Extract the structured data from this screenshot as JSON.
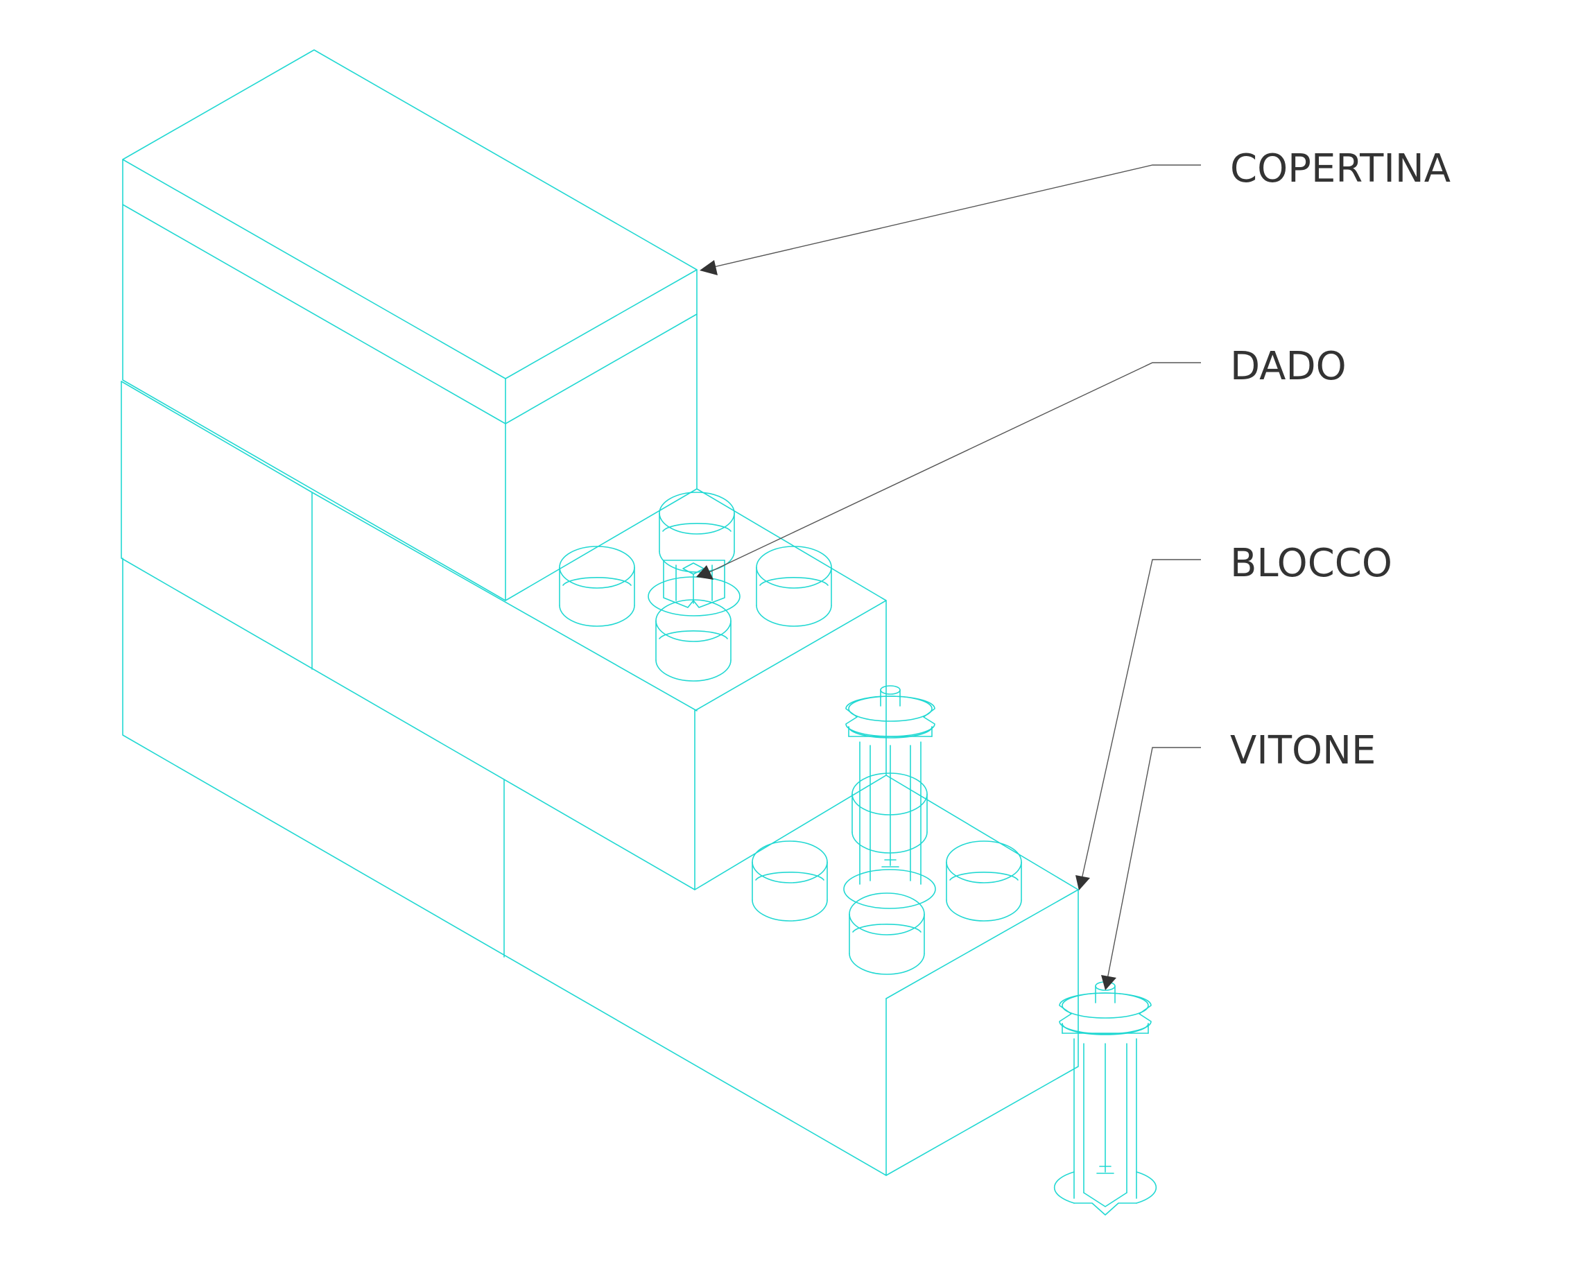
{
  "colors": {
    "line": "#21D8D2",
    "leader": "#555555",
    "text": "#333333",
    "background": "#FFFFFF"
  },
  "labels": {
    "copertina": "COPERTINA",
    "dado": "DADO",
    "blocco": "BLOCCO",
    "vitone": "VITONE"
  }
}
